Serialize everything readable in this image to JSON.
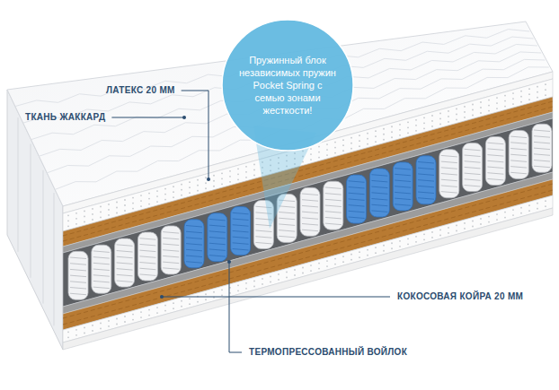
{
  "diagram": {
    "nodes": [
      {
        "text": [
          "Пружинный блок независимых пружин Pocket Spring с семью зонами жесткости!"
        ]
      }
    ],
    "labels": [
      "ЛАТЕКС 20 ММ",
      "ТКАНЬ ЖАККАРД",
      "КОКОСОВАЯ КОЙРА 20 ММ",
      "ТЕРМОПРЕССОВАННЫЙ ВОЙЛОК"
    ]
  }
}
